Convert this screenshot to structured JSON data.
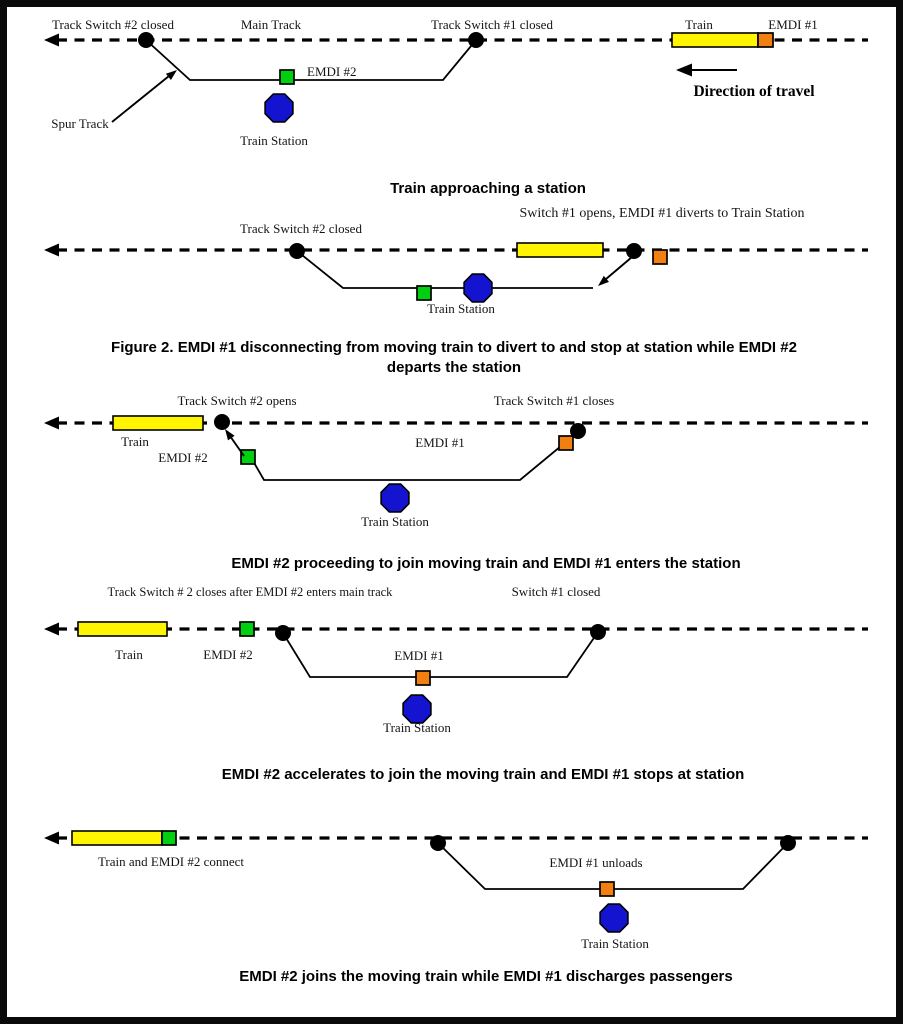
{
  "colors": {
    "train_yellow": "#FFF500",
    "emdi1_orange": "#F28010",
    "emdi2_green": "#00CF12",
    "station_blue": "#1414D0",
    "track_black": "#000000"
  },
  "p1": {
    "label_switch2": "Track Switch #2 closed",
    "label_main_track": "Main Track",
    "label_switch1": "Track Switch #1 closed",
    "label_train": "Train",
    "label_emdi1": "EMDI #1",
    "label_emdi2": "EMDI #2",
    "label_station": "Train Station",
    "label_spur": "Spur Track",
    "label_direction": "Direction of travel",
    "caption": "Train approaching a station"
  },
  "p2": {
    "label_note": "Switch #1 opens, EMDI #1 diverts to Train Station",
    "label_switch2": "Track Switch #2 closed",
    "label_station": "Train Station",
    "caption_line1": "Figure 2. EMDI #1 disconnecting from moving train to divert to and stop at station while EMDI #2",
    "caption_line2": "departs the station"
  },
  "p3": {
    "label_switch2": "Track Switch #2 opens",
    "label_switch1": "Track Switch #1 closes",
    "label_train": "Train",
    "label_emdi2": "EMDI #2",
    "label_emdi1": "EMDI #1",
    "label_station": "Train Station",
    "caption": "EMDI #2 proceeding to join moving train and EMDI #1 enters the station"
  },
  "p4": {
    "label_switch2": "Track Switch # 2 closes after EMDI #2 enters main track",
    "label_switch1": "Switch #1 closed",
    "label_train": "Train",
    "label_emdi2": "EMDI #2",
    "label_emdi1": "EMDI #1",
    "label_station": "Train Station",
    "caption": "EMDI #2 accelerates to join the moving train and EMDI #1 stops at station"
  },
  "p5": {
    "label_connect": "Train and EMDI #2 connect",
    "label_emdi1": "EMDI #1 unloads",
    "label_station": "Train Station",
    "caption": "EMDI #2 joins the moving train while EMDI #1 discharges passengers"
  }
}
